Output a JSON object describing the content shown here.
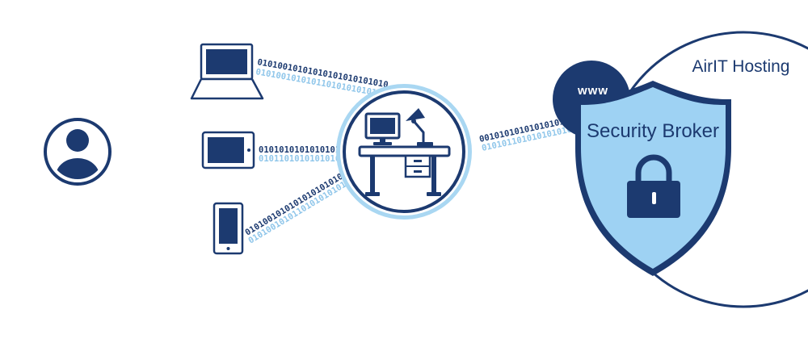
{
  "hosting": {
    "label": "AirIT Hosting"
  },
  "web": {
    "label": "www"
  },
  "broker": {
    "label": "Security Broker"
  },
  "streams": {
    "laptop_dark": "01010010101010101010101010",
    "laptop_light": "0101001010101101010101010",
    "tablet_dark": "01010101010101010",
    "tablet_light": "010110101010101001",
    "phone_dark": "0101001010101010101010101",
    "phone_light": "010100101011010101010101",
    "broker_dark": "00101010101010101010",
    "broker_light": "0101011010101010101"
  },
  "colors": {
    "navy": "#1c3a70",
    "light_blue": "#8fc6ea",
    "shield_fill": "#9ed2f3",
    "halo": "#a9d7f2"
  }
}
